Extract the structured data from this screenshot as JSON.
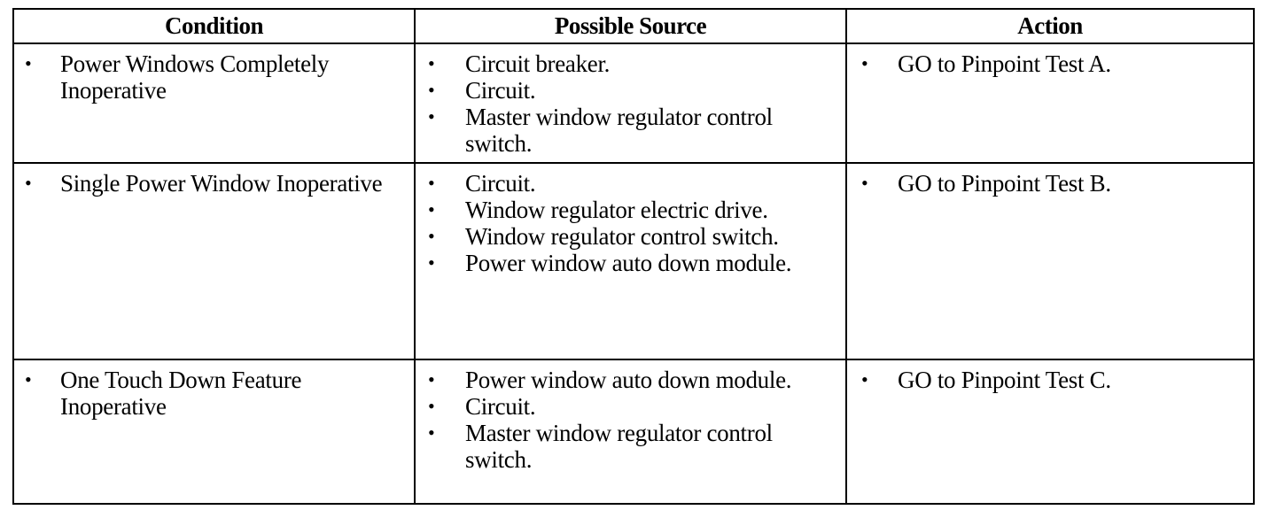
{
  "table": {
    "headers": {
      "condition": "Condition",
      "source": "Possible Source",
      "action": "Action"
    },
    "bullet": "•",
    "rows": [
      {
        "condition": "Power Windows Completely Inoperative",
        "sources": [
          "Circuit breaker.",
          "Circuit.",
          "Master window regulator control switch."
        ],
        "action": "GO to Pinpoint Test A."
      },
      {
        "condition": "Single Power Window Inoperative",
        "sources": [
          "Circuit.",
          "Window regulator electric drive.",
          "Window regulator control switch.",
          "Power window auto down module."
        ],
        "action": "GO to Pinpoint Test B."
      },
      {
        "condition": "One Touch Down Feature Inoperative",
        "sources": [
          "Power window auto down module.",
          "Circuit.",
          "Master window regulator control switch."
        ],
        "action": "GO to Pinpoint Test C."
      }
    ]
  }
}
